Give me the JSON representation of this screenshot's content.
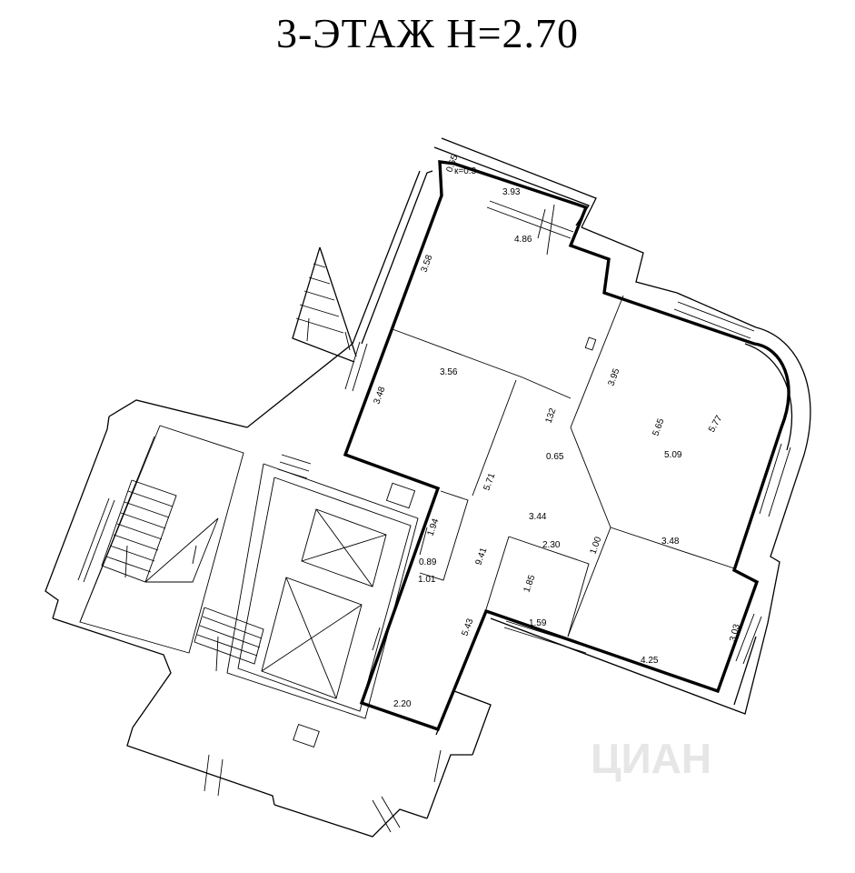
{
  "title": "3-ЭТАЖ  Н=2.70",
  "watermark": "ЦИАН",
  "dimensions": {
    "d065a": "0.65",
    "k03": "к=0.3",
    "d393": "3.93",
    "d486": "4.86",
    "d358": "3.58",
    "d356": "3.56",
    "d348v": "3.48",
    "d395": "3.95",
    "d132": "132",
    "d065b": "0.65",
    "d565": "5.65",
    "d577": "5.77",
    "d509": "5.09",
    "d571": "5.71",
    "d344": "3.44",
    "d194": "1.94",
    "d089": "0.89",
    "d101": "1.01",
    "d941": "9.41",
    "d230": "2.30",
    "d100": "1.00",
    "d348h": "3.48",
    "d185": "1.85",
    "d159": "1.59",
    "d543": "5.43",
    "d425": "4.25",
    "d303": "3.03",
    "d220": "2.20"
  }
}
